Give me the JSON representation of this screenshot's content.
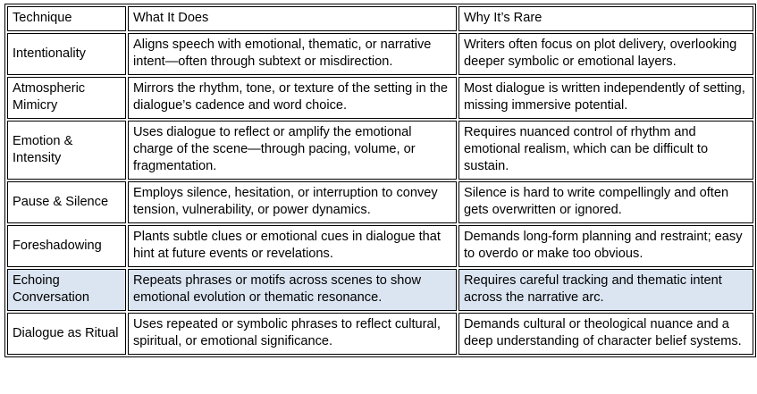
{
  "table": {
    "columns": [
      "Technique",
      "What It Does",
      "Why It’s Rare"
    ],
    "highlight_color": "#dbe5f1",
    "border_color": "#000000",
    "background_color": "#ffffff",
    "rows": [
      {
        "technique": "Intentionality",
        "what_it_does": "Aligns speech with emotional, thematic, or narrative intent—often through subtext or misdirection.",
        "why_its_rare": "Writers often focus on plot delivery, overlooking deeper symbolic or emotional layers.",
        "highlighted": false
      },
      {
        "technique": "Atmospheric Mimicry",
        "what_it_does": "Mirrors the rhythm, tone, or texture of the setting in the dialogue’s cadence and word choice.",
        "why_its_rare": "Most dialogue is written independently of setting, missing immersive potential.",
        "highlighted": false
      },
      {
        "technique": "Emotion & Intensity",
        "what_it_does": "Uses dialogue to reflect or amplify the emotional charge of the scene—through pacing, volume, or fragmentation.",
        "why_its_rare": "Requires nuanced control of rhythm and emotional realism, which can be difficult to sustain.",
        "highlighted": false
      },
      {
        "technique": "Pause & Silence",
        "what_it_does": "Employs silence, hesitation, or interruption to convey tension, vulnerability, or power dynamics.",
        "why_its_rare": "Silence is hard to write compellingly and often gets overwritten or ignored.",
        "highlighted": false
      },
      {
        "technique": "Foreshadowing",
        "what_it_does": "Plants subtle clues or emotional cues in dialogue that hint at future events or revelations.",
        "why_its_rare": "Demands long-form planning and restraint; easy to overdo or make too obvious.",
        "highlighted": false
      },
      {
        "technique": "Echoing Conversation",
        "what_it_does": "Repeats phrases or motifs across scenes to show emotional evolution or thematic resonance.",
        "why_its_rare": "Requires careful tracking and thematic intent across the narrative arc.",
        "highlighted": true
      },
      {
        "technique": "Dialogue as Ritual",
        "what_it_does": "Uses repeated or symbolic phrases to reflect cultural, spiritual, or emotional significance.",
        "why_its_rare": "Demands cultural or theological nuance and a deep understanding of character belief systems.",
        "highlighted": false
      }
    ]
  }
}
